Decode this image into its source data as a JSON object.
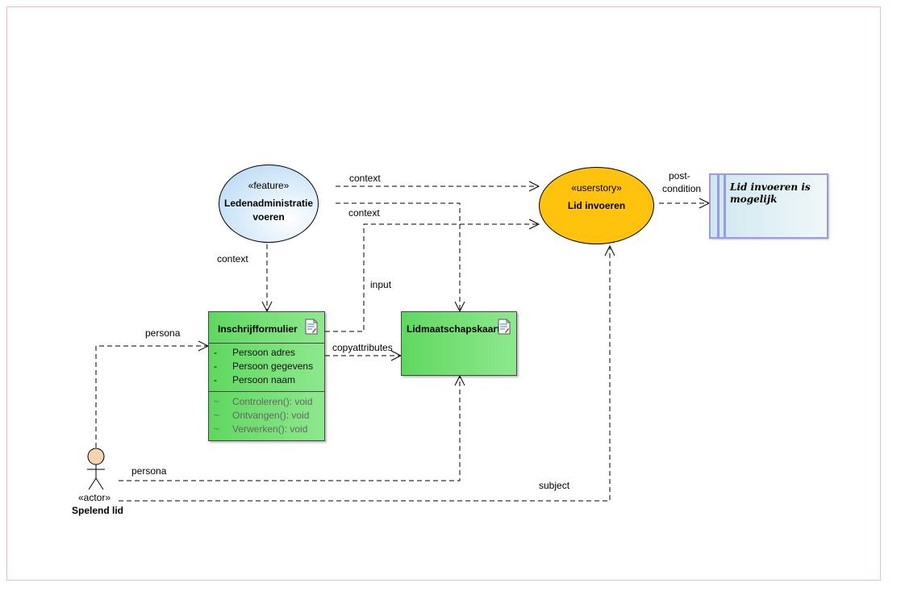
{
  "diagram": {
    "feature": {
      "stereotype": "«feature»",
      "name_line1": "Ledenadministratie",
      "name_line2": "voeren",
      "fill": "#d3e8fa"
    },
    "userstory": {
      "stereotype": "«userstory»",
      "name": "Lid invoeren",
      "fill": "#ffc30e"
    },
    "note": {
      "text": "Lid invoeren is mogelijk"
    },
    "inschrijfformulier": {
      "name": "Inschrijfformulier",
      "attributes": [
        {
          "vis": "-",
          "text": "Persoon adres"
        },
        {
          "vis": "-",
          "text": "Persoon gegevens"
        },
        {
          "vis": "-",
          "text": "Persoon naam"
        }
      ],
      "operations": [
        {
          "vis": "~",
          "text": "Controleren(): void"
        },
        {
          "vis": "~",
          "text": "Ontvangen(): void"
        },
        {
          "vis": "~",
          "text": "Verwerken(): void"
        }
      ]
    },
    "lidmaatschapskaart": {
      "name": "Lidmaatschapskaart"
    },
    "actor": {
      "stereotype": "«actor»",
      "name": "Spelend lid",
      "fill": "#f5d5b0"
    },
    "edge_labels": {
      "context_top": "context",
      "context_mid": "context",
      "context_left": "context",
      "input": "input",
      "post_condition_1": "post-",
      "post_condition_2": "condition",
      "persona_top": "persona",
      "copyattributes": "copyattributes",
      "persona_bottom": "persona",
      "subject": "subject"
    },
    "colors": {
      "class_fill": "#72e072",
      "note_border": "#9a9ae6",
      "frame_border": "#f0b8c8"
    }
  }
}
